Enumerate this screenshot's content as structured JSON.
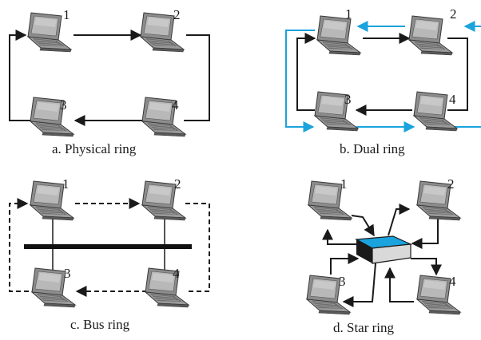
{
  "panels": {
    "a": {
      "caption": "a. Physical ring",
      "labels": [
        "1",
        "2",
        "3",
        "4"
      ]
    },
    "b": {
      "caption": "b. Dual ring",
      "labels": [
        "1",
        "2",
        "3",
        "4"
      ]
    },
    "c": {
      "caption": "c. Bus ring",
      "labels": [
        "1",
        "2",
        "3",
        "4"
      ]
    },
    "d": {
      "caption": "d. Star ring",
      "labels": [
        "1",
        "2",
        "3",
        "4"
      ]
    }
  },
  "colors": {
    "line": "#1a1a1a",
    "second_ring": "#1aa3dd",
    "hub_top": "#1aa3dd",
    "hub_front": "#d9d9d9",
    "laptop_shell": "#8c8c8c"
  },
  "icons": {
    "computer": "laptop-icon",
    "hub": "hub-icon"
  }
}
